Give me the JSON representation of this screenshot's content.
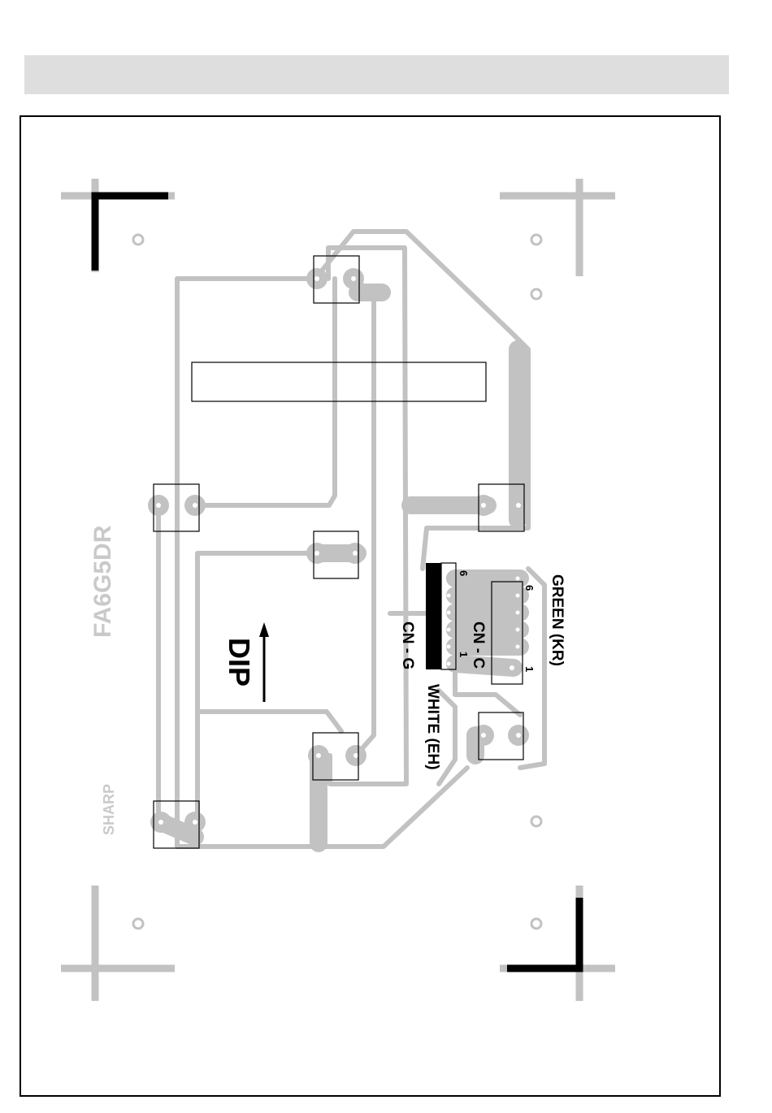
{
  "labels": {
    "green_kr": "GREEN (KR)",
    "white_eh": "WHITE (EH)",
    "cn_c": "CN - C",
    "cn_g": "CN - G",
    "dip": "DIP",
    "pin1_c": "1",
    "pin6_c": "6",
    "pin1_g": "1",
    "pin6_g": "6",
    "part_number": "FA6G5DR",
    "brand": "SHARP"
  },
  "colors": {
    "trace": "#c2c2c2",
    "outline": "#000000",
    "header": "#dedede"
  },
  "icons": {
    "direction": "arrow-up-icon",
    "mounting_hole": "hole-icon"
  }
}
